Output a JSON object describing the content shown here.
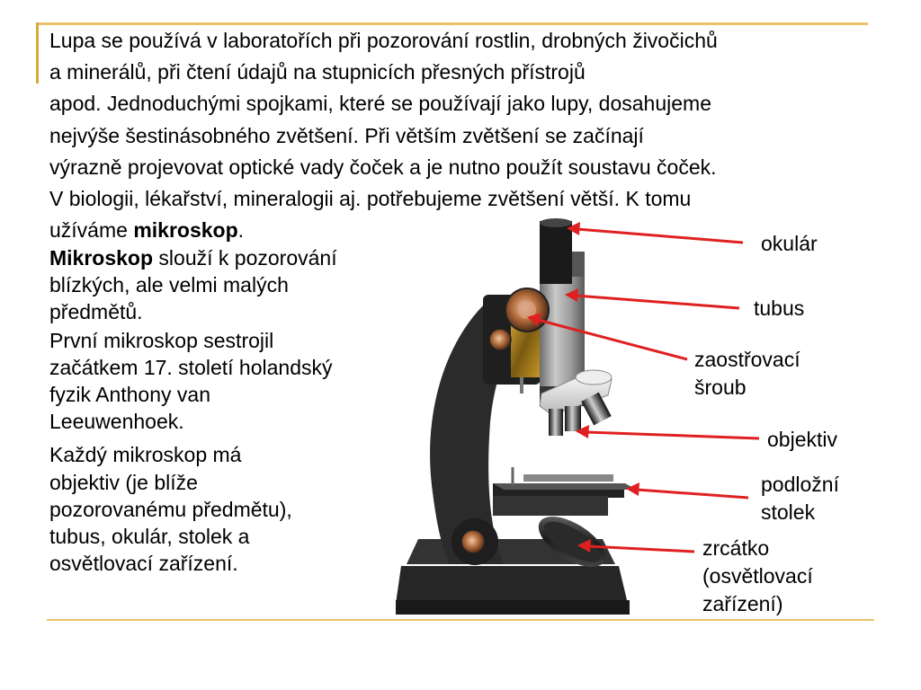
{
  "intro": {
    "lines": [
      "Lupa se používá v laboratořích při pozorování rostlin, drobných živočichů",
      "a minerálů, při čtení údajů na stupnicích přesných přístrojů",
      "apod. Jednoduchými spojkami, které se používají jako lupy, dosahujeme",
      "nejvýše šestinásobného zvětšení. Při větším zvětšení se začínají",
      "výrazně projevovat optické vady čoček a je nutno použít soustavu čoček.",
      "V biologii, lékařství, mineralogii aj. potřebujeme zvětšení větší. K tomu"
    ],
    "last_line_prefix": "užíváme ",
    "last_line_bold": "mikroskop",
    "last_line_suffix": "."
  },
  "left": {
    "block1_bold": "Mikroskop",
    "block1_line1_rest": " slouží k pozorování",
    "block1_lines": [
      "blízkých, ale velmi malých",
      "předmětů."
    ],
    "block2_lines": [
      "První mikroskop sestrojil",
      "začátkem 17. století holandský",
      "fyzik Anthony van",
      "Leeuwenhoek."
    ],
    "block3_lines": [
      "Každý mikroskop má",
      "objektiv (je blíže",
      "pozorovanému předmětu),",
      "tubus, okulár, stolek a",
      "osvětlovací zařízení."
    ]
  },
  "labels": {
    "okular": "okulár",
    "tubus": "tubus",
    "zaostrovaci": [
      "zaostřovací",
      "šroub"
    ],
    "objektiv": "objektiv",
    "podlozni": [
      "podložní",
      "stolek"
    ],
    "zrcatko": [
      "zrcátko",
      "(osvětlovací",
      "zařízení)"
    ]
  },
  "colors": {
    "accent_rule": "#e8c36a",
    "arrow": "#e02020",
    "microscope_body": "#2b2b2b",
    "tube_gray": "#9a9a9a"
  }
}
